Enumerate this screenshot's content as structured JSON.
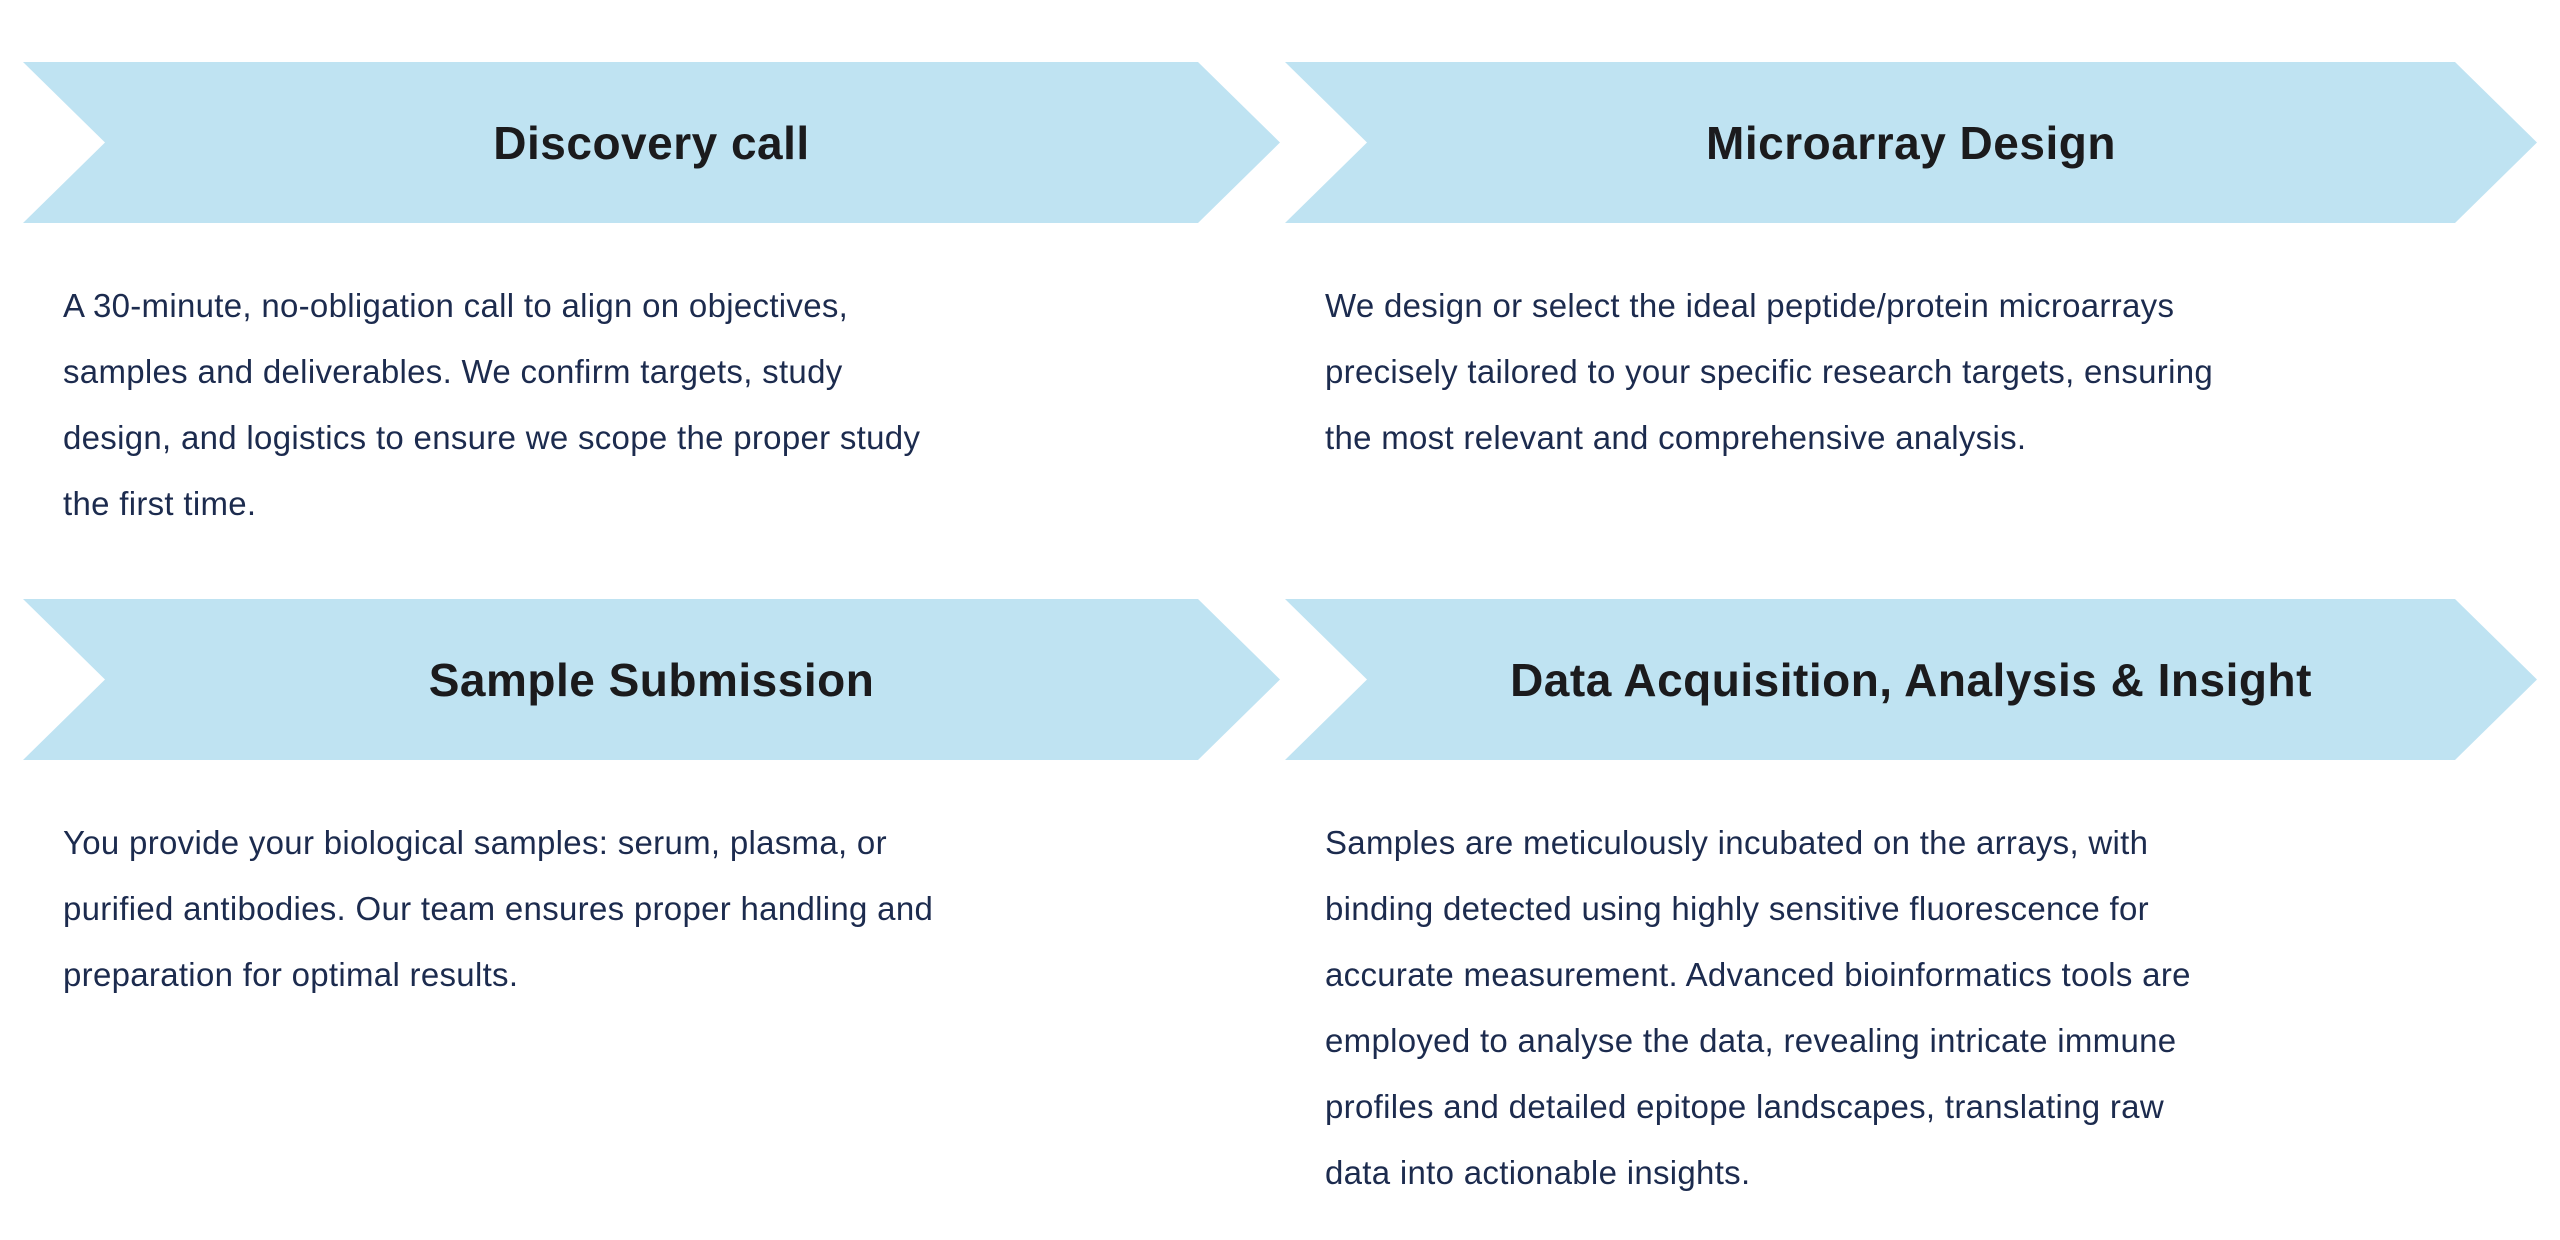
{
  "page": {
    "background": "#ffffff",
    "banner_color": "#BFE3F2",
    "title_color": "#1B1B1D",
    "body_color": "#1C2B4E"
  },
  "steps": [
    {
      "title": "Discovery call",
      "description": "A 30-minute, no-obligation call to align on objectives,\nsamples and deliverables. We confirm targets, study\ndesign, and logistics to ensure we scope the proper study\nthe first time."
    },
    {
      "title": "Microarray Design",
      "description": "We design or select the ideal peptide/protein microarrays\nprecisely tailored to your specific research targets, ensuring\nthe most relevant and comprehensive analysis."
    },
    {
      "title": "Sample Submission",
      "description": "You provide your biological samples: serum, plasma, or\npurified antibodies. Our team ensures proper handling and\npreparation for optimal results."
    },
    {
      "title": "Data Acquisition, Analysis & Insight",
      "description": "Samples are meticulously incubated on the arrays, with\nbinding detected using highly sensitive fluorescence for\naccurate measurement. Advanced bioinformatics tools are\nemployed to analyse the data, revealing intricate immune\nprofiles and detailed epitope landscapes, translating raw\ndata into actionable insights."
    }
  ]
}
